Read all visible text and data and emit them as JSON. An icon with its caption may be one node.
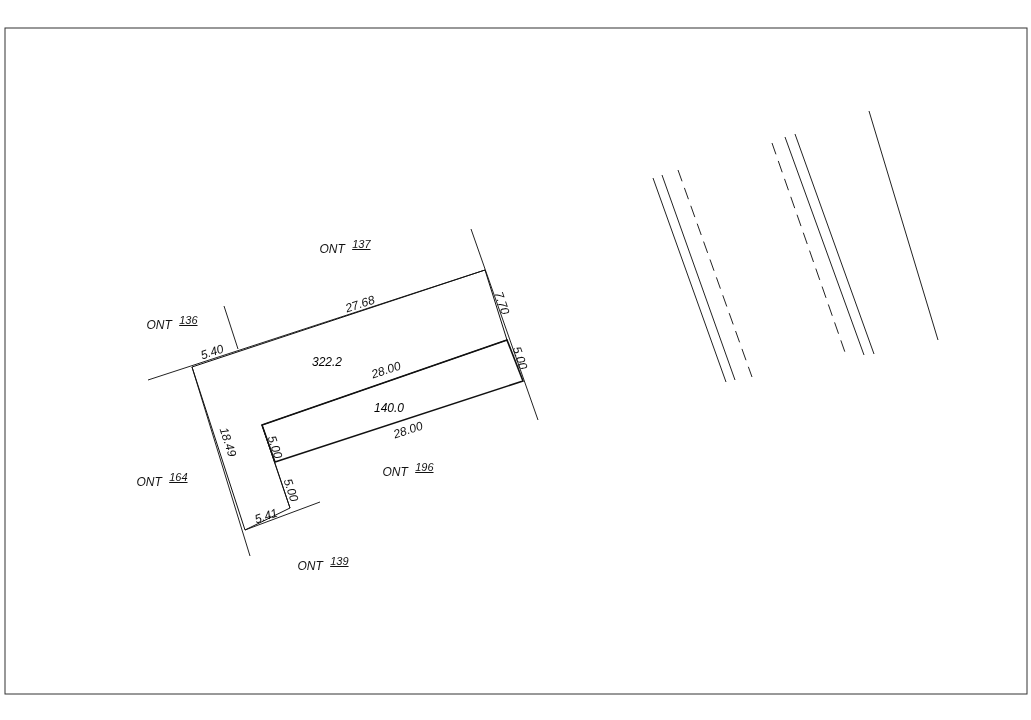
{
  "diagram": {
    "nodes": [
      {
        "text": [
          "322.2"
        ]
      },
      {
        "text": [
          "140.0"
        ]
      }
    ],
    "edges": [],
    "labels": [
      "ONT $^{137}$",
      "27.68",
      "7.70",
      "ONT $^{136}$",
      "5.40",
      "5.00",
      "28.00",
      "28.00",
      "18.49",
      "5.00",
      "ONT $^{196}$",
      "ONT $^{164}$",
      "5.00",
      "5.41",
      "ONT $^{139}$"
    ]
  }
}
